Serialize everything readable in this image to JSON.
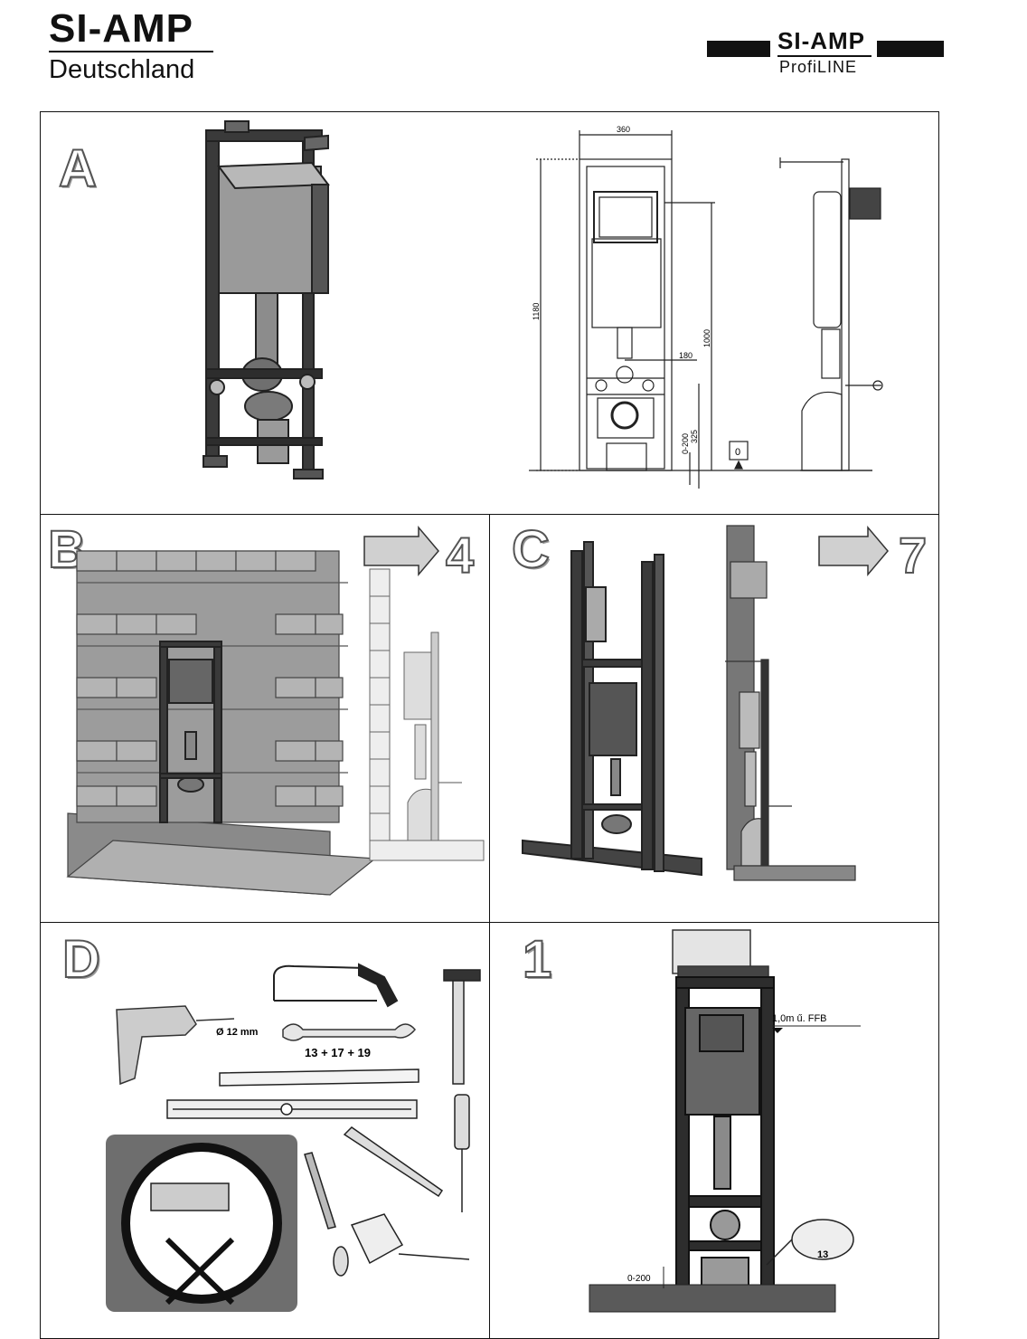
{
  "header": {
    "brand_left": "SI-AMP",
    "brand_left_sub": "Deutschland",
    "brand_right": "SI-AMP",
    "brand_right_sub": "ProfiLINE"
  },
  "panels": {
    "a": {
      "letter": "A",
      "dim_width": "360",
      "dim_height": "1180",
      "dim_1000": "1000",
      "dim_180": "180",
      "dim_range": "0-200",
      "dim_325": "325",
      "zero_marker": "0"
    },
    "b": {
      "letter": "B",
      "next_step": "4"
    },
    "c": {
      "letter": "C",
      "next_step": "7"
    },
    "d": {
      "letter": "D",
      "drill_diameter": "Ø 12 mm",
      "wrench_sizes": "13 + 17 + 19"
    },
    "step1": {
      "letter": "1",
      "height_label": "1,0m ű. FFB",
      "range_label": "0-200",
      "wrench_size": "13"
    }
  },
  "colors": {
    "frame": "#2b2b2b",
    "steel": "#8a8a8a",
    "brick": "#a9a9a9",
    "floor": "#5a5a5a"
  }
}
